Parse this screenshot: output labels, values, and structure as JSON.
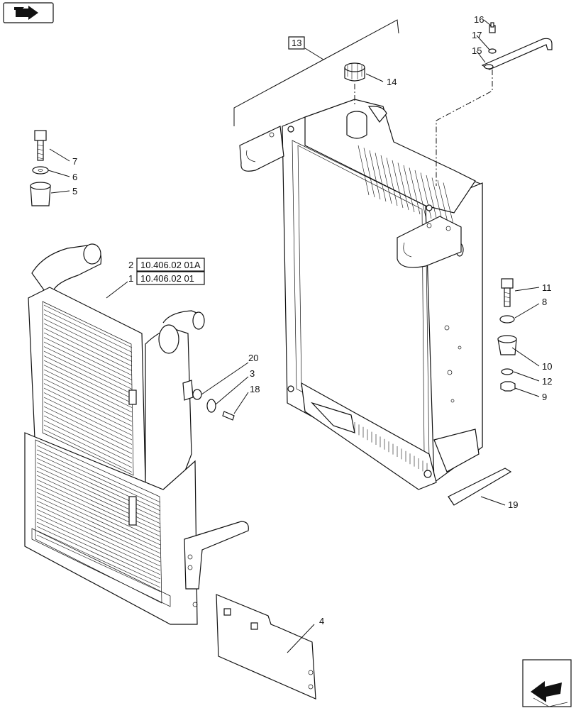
{
  "callouts": [
    {
      "id": "c1",
      "text": "1"
    },
    {
      "id": "c2",
      "text": "2"
    },
    {
      "id": "c3",
      "text": "3"
    },
    {
      "id": "c4",
      "text": "4"
    },
    {
      "id": "c5",
      "text": "5"
    },
    {
      "id": "c6",
      "text": "6"
    },
    {
      "id": "c7",
      "text": "7"
    },
    {
      "id": "c8",
      "text": "8"
    },
    {
      "id": "c9",
      "text": "9"
    },
    {
      "id": "c10",
      "text": "10"
    },
    {
      "id": "c11",
      "text": "11"
    },
    {
      "id": "c12",
      "text": "12"
    },
    {
      "id": "c13",
      "text": "13"
    },
    {
      "id": "c14",
      "text": "14"
    },
    {
      "id": "c15",
      "text": "15"
    },
    {
      "id": "c16",
      "text": "16"
    },
    {
      "id": "c17",
      "text": "17"
    },
    {
      "id": "c18",
      "text": "18"
    },
    {
      "id": "c19",
      "text": "19"
    },
    {
      "id": "c20",
      "text": "20"
    }
  ],
  "references": [
    {
      "id": "ref1",
      "text": "10.406.02 01"
    },
    {
      "id": "ref2",
      "text": "10.406.02 01A"
    }
  ],
  "icons": {
    "top_left": "book-arrow-icon",
    "bottom_right": "next-page-arrow-icon"
  }
}
